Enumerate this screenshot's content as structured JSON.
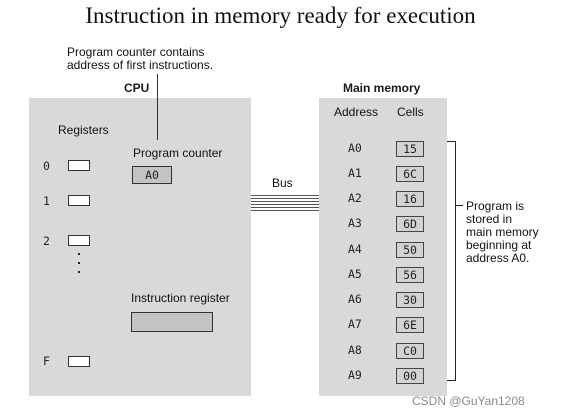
{
  "title": "Instruction in memory ready for execution",
  "pc_note_lines": [
    "Program counter contains",
    "address of first instructions."
  ],
  "cpu": {
    "label": "CPU",
    "registers_label": "Registers",
    "register_labels": [
      "0",
      "1",
      "2",
      "F"
    ],
    "program_counter_label": "Program counter",
    "program_counter_value": "A0",
    "instruction_register_label": "Instruction register"
  },
  "bus_label": "Bus",
  "memory": {
    "label": "Main memory",
    "address_header": "Address",
    "cells_header": "Cells",
    "rows": [
      {
        "address": "A0",
        "cell": "15"
      },
      {
        "address": "A1",
        "cell": "6C"
      },
      {
        "address": "A2",
        "cell": "16"
      },
      {
        "address": "A3",
        "cell": "6D"
      },
      {
        "address": "A4",
        "cell": "50"
      },
      {
        "address": "A5",
        "cell": "56"
      },
      {
        "address": "A6",
        "cell": "30"
      },
      {
        "address": "A7",
        "cell": "6E"
      },
      {
        "address": "A8",
        "cell": "C0"
      },
      {
        "address": "A9",
        "cell": "00"
      }
    ]
  },
  "program_note_lines": [
    "Program is",
    "stored in",
    "main memory",
    "beginning at",
    "address A0."
  ],
  "watermark": "CSDN @GuYan1208"
}
